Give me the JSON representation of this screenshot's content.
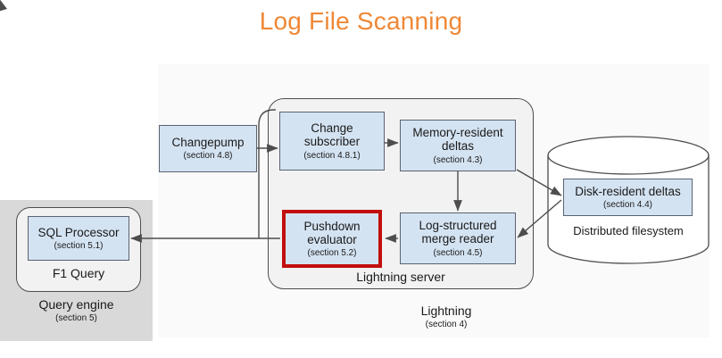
{
  "title": "Log File Scanning",
  "colors": {
    "title": "#ef8836",
    "node_fill": "#d4e3f2",
    "node_border": "#5a6370",
    "highlight_border": "#c20e0e",
    "query_engine_bg": "#d9d9d9",
    "lightning_bg": "#fafafa",
    "container_bg": "#f2f2f2"
  },
  "regions": {
    "query_engine": {
      "label": "Query engine",
      "section": "(section 5)"
    },
    "lightning": {
      "label": "Lightning",
      "section": "(section 4)"
    },
    "f1_query": {
      "label": "F1 Query"
    },
    "lightning_server": {
      "label": "Lightning server"
    },
    "distributed_filesystem": {
      "label": "Distributed filesystem"
    }
  },
  "nodes": [
    {
      "id": "sql-processor",
      "label": "SQL Processor",
      "section": "(section 5.1)",
      "highlighted": false
    },
    {
      "id": "changepump",
      "label": "Changepump",
      "section": "(section 4.8)",
      "highlighted": false
    },
    {
      "id": "change-subscriber",
      "label": "Change\nsubscriber",
      "section": "(section 4.8.1)",
      "highlighted": false
    },
    {
      "id": "memory-deltas",
      "label": "Memory-resident\ndeltas",
      "section": "(section 4.3)",
      "highlighted": false
    },
    {
      "id": "pushdown",
      "label": "Pushdown\nevaluator",
      "section": "(section 5.2)",
      "highlighted": true
    },
    {
      "id": "merge-reader",
      "label": "Log-structured\nmerge reader",
      "section": "(section 4.5)",
      "highlighted": false
    },
    {
      "id": "disk-deltas",
      "label": "Disk-resident deltas",
      "section": "(section 4.4)",
      "highlighted": false
    }
  ],
  "connections": [
    {
      "from": "changepump",
      "to": "change-subscriber"
    },
    {
      "from": "change-subscriber",
      "to": "memory-deltas"
    },
    {
      "from": "memory-deltas",
      "to": "merge-reader"
    },
    {
      "from": "memory-deltas",
      "to": "disk-deltas"
    },
    {
      "from": "disk-deltas",
      "to": "merge-reader"
    },
    {
      "from": "merge-reader",
      "to": "pushdown"
    },
    {
      "from": "pushdown",
      "to": "sql-processor"
    },
    {
      "from": "sql-processor",
      "to": "change-subscriber"
    }
  ]
}
